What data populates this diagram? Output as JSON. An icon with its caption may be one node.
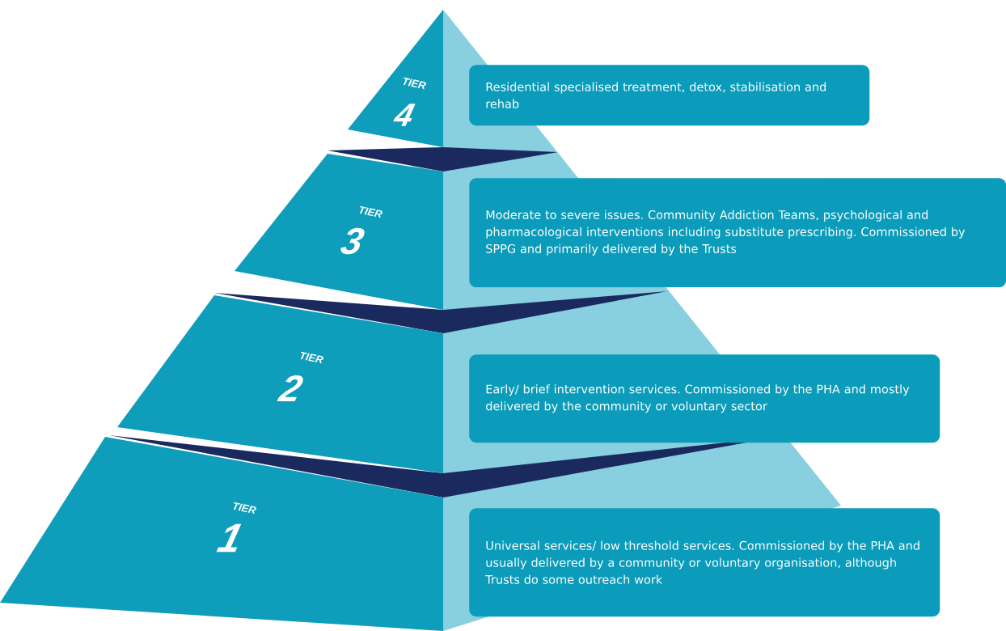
{
  "diagram": {
    "nodes": [
      {
        "text": [
          "TIER",
          "4"
        ]
      },
      {
        "text": [
          "Residential specialised treatment, detox, stabilisation and rehab"
        ]
      },
      {
        "text": [
          "TIER",
          "3"
        ]
      },
      {
        "text": [
          "Moderate to severe issues. Community Addiction Teams, psychological and pharmacological interventions including substitute prescribing. Commissioned by SPPG and primarily delivered by the Trusts"
        ]
      },
      {
        "text": [
          "TIER",
          "2"
        ]
      },
      {
        "text": [
          "Early/ brief intervention services. Commissioned by the PHA and mostly delivered by the community or voluntary sector"
        ]
      },
      {
        "text": [
          "TIER",
          "1"
        ]
      },
      {
        "text": [
          "Universal services/ low threshold services. Commissioned by the PHA and usually delivered by a community or voluntary organisation, although Trusts do some outreach work"
        ]
      }
    ]
  }
}
